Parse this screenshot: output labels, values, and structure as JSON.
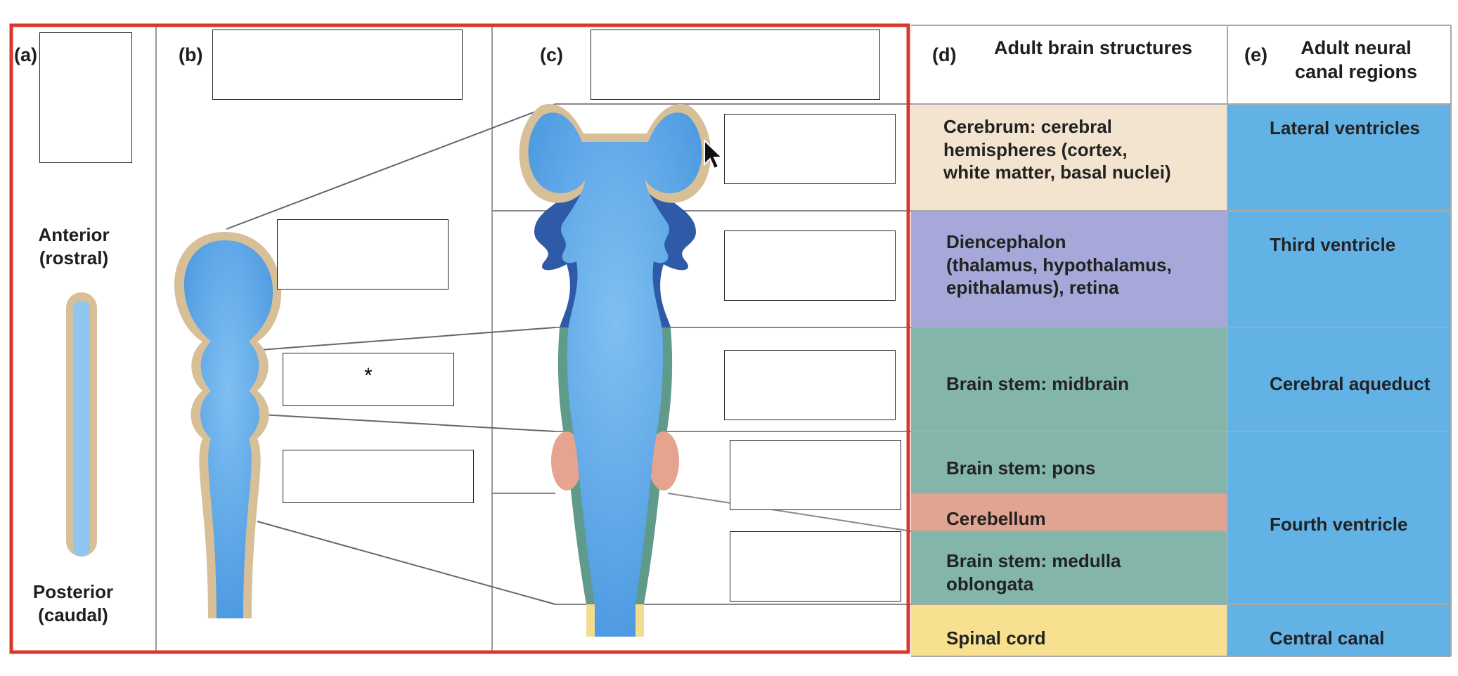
{
  "panels": {
    "a": "(a)",
    "b": "(b)",
    "c": "(c)",
    "d": "(d)",
    "e": "(e)"
  },
  "orientation": {
    "anterior": "Anterior",
    "rostral": "(rostral)",
    "posterior": "Posterior",
    "caudal": "(caudal)"
  },
  "headers": {
    "d_title": "Adult brain structures",
    "e_title_line1": "Adult neural",
    "e_title_line2": "canal regions"
  },
  "structures": [
    {
      "lines": [
        "Cerebrum: cerebral",
        "hemispheres (cortex,",
        "white matter, basal nuclei)"
      ],
      "color": "#f3e4cf"
    },
    {
      "lines": [
        "Diencephalon",
        "(thalamus, hypothalamus,",
        "epithalamus), retina"
      ],
      "color": "#a5a8d8"
    },
    {
      "lines": [
        "Brain stem: midbrain"
      ],
      "color": "#84b5aa"
    },
    {
      "lines": [
        "Brain stem: pons"
      ],
      "color": "#84b5aa"
    },
    {
      "lines": [
        "Cerebellum"
      ],
      "color": "#e0a491"
    },
    {
      "lines": [
        "Brain stem: medulla",
        "oblongata"
      ],
      "color": "#84b5aa"
    },
    {
      "lines": [
        "Spinal cord"
      ],
      "color": "#f7e190"
    }
  ],
  "canal_regions": [
    "Lateral ventricles",
    "Third ventricle",
    "Cerebral aqueduct",
    "Fourth ventricle",
    "Central canal"
  ],
  "marker": "*",
  "colors": {
    "outline_red": "#d9372a",
    "ventricle_blue": "#5aa6e6",
    "wall_tan": "#d7bf98",
    "canal_column": "#63b2e6",
    "dien_dark": "#2f5aa8",
    "brainstem_green": "#5f9a8a",
    "cerebellum_pink": "#e6a38f",
    "spinal_yellow": "#f2dc8e"
  }
}
